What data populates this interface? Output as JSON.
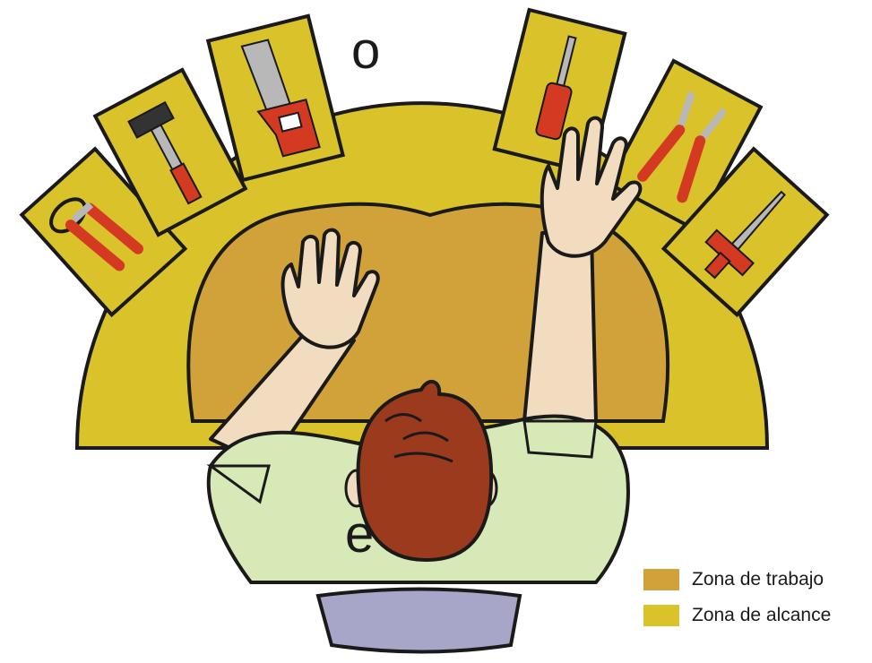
{
  "fragments": {
    "top": "o",
    "bottom": "e"
  },
  "legend": [
    {
      "label": "Zona de trabajo",
      "color": "#d2a23a"
    },
    {
      "label": "Zona de alcance",
      "color": "#d9c22a"
    }
  ],
  "colors": {
    "reach_zone": "#d9c22a",
    "work_zone": "#d2a23a",
    "card": "#d9c22a",
    "outline": "#1a1a1a",
    "skin": "#f1dcc0",
    "shirt": "#d8e9b8",
    "hair": "#9b3a1c",
    "chair": "#a7a6c8",
    "tool_red": "#d43a22",
    "tool_grey": "#b8b8b8"
  },
  "tools": [
    "pliers-icon",
    "hammer-icon",
    "saw-icon",
    "screwdriver-icon",
    "pliers-icon",
    "chisel-icon"
  ]
}
